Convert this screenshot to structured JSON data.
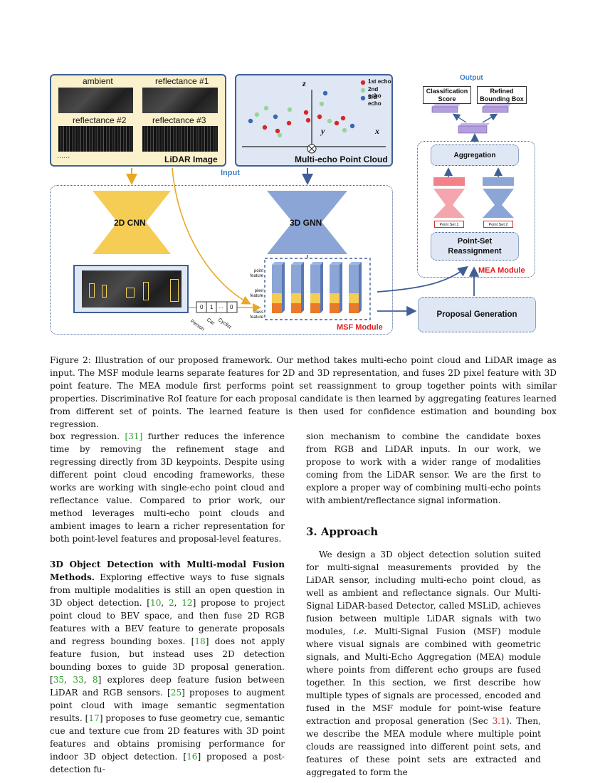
{
  "figure": {
    "lidar_panel": {
      "labels": [
        "ambient",
        "reflectance #1",
        "reflectance #2",
        "reflectance #3"
      ],
      "dots": "......",
      "title": "LiDAR Image"
    },
    "cloud_panel": {
      "axis_z": "z",
      "axis_y": "y",
      "axis_x": "x",
      "legend": [
        {
          "label": "1st echo",
          "color": "#d62728"
        },
        {
          "label": "2nd echo",
          "color": "#98d49a"
        },
        {
          "label": "3rd echo",
          "color": "#3a67b4"
        }
      ],
      "title": "Multi-echo Point Cloud"
    },
    "input_label": "Input",
    "cnn_label": "2D CNN",
    "gnn_label": "3D GNN",
    "feature_labels": [
      "point feature",
      "pixel feature",
      "class feature"
    ],
    "class_vector": [
      "0",
      "1",
      "...",
      "0"
    ],
    "class_names": [
      "Person",
      "Car",
      "Cyclist"
    ],
    "msf_module": "MSF Module",
    "output_label": "Output",
    "classification_score": "Classification Score",
    "refined_box": "Refined Bounding Box",
    "aggregation": "Aggregation",
    "point_sets": [
      "Point Set 1",
      "Point Set 2"
    ],
    "reassignment": "Point-Set Reassignment",
    "mea_module": "MEA Module",
    "proposal_generation": "Proposal Generation",
    "colors": {
      "panel_border": "#3f5f96",
      "lidar_bg": "#fbf1cc",
      "cloud_bg": "#dfe7f4",
      "cnn": "#f5cd55",
      "gnn": "#8ba5d6",
      "module_red": "#e02020",
      "input_blue": "#3f7fc6"
    }
  },
  "caption": "Figure 2: Illustration of our proposed framework. Our method takes multi-echo point cloud and LiDAR image as input. The MSF module learns separate features for 2D and 3D representation, and fuses 2D pixel feature with 3D point feature. The MEA module first performs point set reassignment to group together points with similar properties. Discriminative RoI feature for each proposal candidate is then learned by aggregating features learned from different set of points. The learned feature is then used for confidence estimation and bounding box regression.",
  "left_col": {
    "p1_a": "box regression. ",
    "p1_c1": "[31]",
    "p1_b": " further reduces the inference time by removing the refinement stage and regressing directly from 3D keypoints. Despite using different point cloud encoding frameworks, these works are working with single-echo point cloud and reflectance value. Compared to prior work, our method leverages multi-echo point clouds and ambient images to learn a richer representation for both point-level features and proposal-level features.",
    "p2_head": "3D Object Detection with Multi-modal Fusion Methods.",
    "p2_a": " Exploring effective ways to fuse signals from multiple modalities is still an open question in 3D object detection. [",
    "c10": "10",
    "sep1": ", ",
    "c2": "2",
    "sep2": ", ",
    "c12": "12",
    "p2_b": "] propose to project point cloud to BEV space, and then fuse 2D RGB features with a BEV feature to generate proposals and regress bounding boxes. [",
    "c18": "18",
    "p2_c": "] does not apply feature fusion, but instead uses 2D detection bounding boxes to guide 3D proposal generation. [",
    "c35": "35",
    "sep3": ", ",
    "c33": "33",
    "sep4": ", ",
    "c8": "8",
    "p2_d": "] explores deep feature fusion between LiDAR and RGB sensors. [",
    "c25": "25",
    "p2_e": "] proposes to augment point cloud with image semantic segmentation results. [",
    "c17": "17",
    "p2_f": "] proposes to fuse geometry cue, semantic cue and texture cue from 2D features with 3D point features and obtains promising performance for indoor 3D object detection. [",
    "c16": "16",
    "p2_g": "] proposed a post-detection fu-"
  },
  "right_col": {
    "p1": "sion mechanism to combine the candidate boxes from RGB and LiDAR inputs. In our work, we propose to work with a wider range of modalities coming from the LiDAR sensor. We are the first to explore a proper way of combining multi-echo points with ambient/reflectance signal information.",
    "section_title": "3. Approach",
    "p2_a": "We design a 3D object detection solution suited for multi-signal measurements provided by the LiDAR sensor, including multi-echo point cloud, as well as ambient and reflectance signals. Our Multi-Signal LiDAR-based Detector, called MSLiD, achieves fusion between multiple LiDAR signals with two modules, ",
    "ie": "i.e.",
    "p2_b": " Multi-Signal Fusion (MSF) module where visual signals are combined with geometric signals, and Multi-Echo Aggregation (MEA) module where points from different echo groups are fused together. In this section, we first describe how multiple types of signals are processed, encoded and fused in the MSF module for point-wise feature extraction and proposal generation (Sec ",
    "sec_ref": "3.1",
    "p2_c": "). Then, we describe the MEA module where multiple point clouds are reassigned into different point sets, and features of these point sets are extracted and aggregated to form the"
  }
}
